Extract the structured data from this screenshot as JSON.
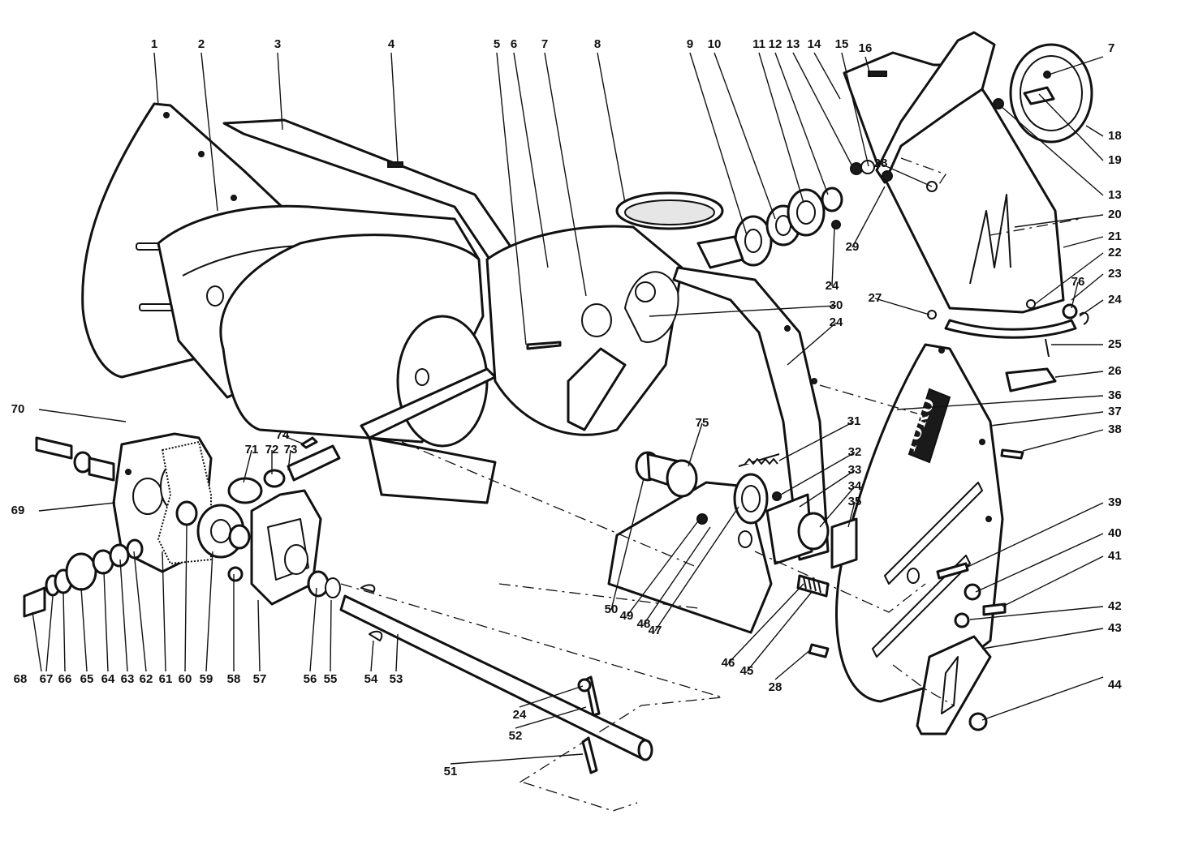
{
  "brand_label": "TORO",
  "callouts": [
    "1",
    "2",
    "3",
    "4",
    "5",
    "6",
    "7",
    "8",
    "9",
    "10",
    "11",
    "12",
    "13",
    "14",
    "15",
    "16",
    "7",
    "18",
    "19",
    "13",
    "20",
    "21",
    "22",
    "23",
    "24",
    "24",
    "24",
    "24",
    "25",
    "26",
    "27",
    "28",
    "29",
    "30",
    "31",
    "32",
    "33",
    "34",
    "35",
    "36",
    "37",
    "38",
    "39",
    "40",
    "41",
    "42",
    "43",
    "44",
    "45",
    "46",
    "47",
    "48",
    "49",
    "50",
    "51",
    "52",
    "53",
    "54",
    "55",
    "56",
    "57",
    "58",
    "59",
    "60",
    "61",
    "62",
    "63",
    "64",
    "65",
    "66",
    "67",
    "68",
    "69",
    "70",
    "71",
    "72",
    "73",
    "74",
    "75",
    "76",
    "28"
  ]
}
